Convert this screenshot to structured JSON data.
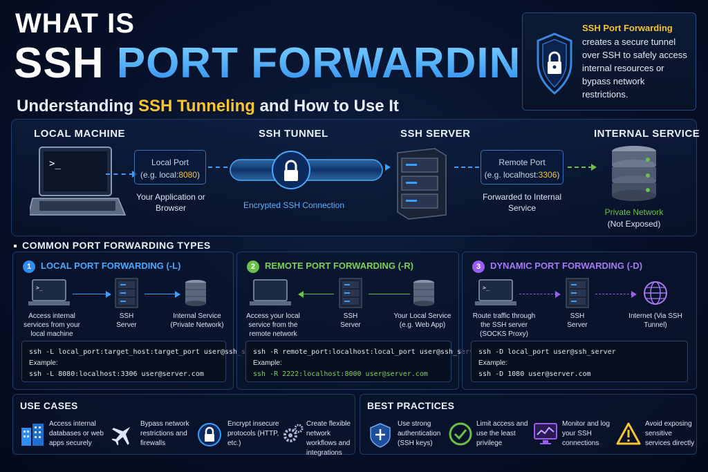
{
  "header": {
    "line1": "WHAT IS",
    "line2_a": "SSH",
    "line2_b": "PORT FORWARDING?",
    "subtitle_a": "Understanding",
    "subtitle_b": "SSH Tunneling",
    "subtitle_c": "and How to Use It"
  },
  "infobox": {
    "title": "SSH Port Forwarding",
    "text": "creates a secure tunnel over SSH to safely access internal resources or bypass network restrictions."
  },
  "flow": {
    "local_machine": "LOCAL MACHINE",
    "local_port_title": "Local Port",
    "local_port_example_a": "(e.g. local:",
    "local_port_example_b": "8080",
    "local_port_example_c": ")",
    "local_caption": "Your Application or Browser",
    "ssh_tunnel": "SSH TUNNEL",
    "tunnel_caption": "Encrypted SSH Connection",
    "ssh_server": "SSH SERVER",
    "remote_port_title": "Remote Port",
    "remote_port_example_a": "(e.g. localhost:",
    "remote_port_example_b": "3306",
    "remote_port_example_c": ")",
    "remote_caption": "Forwarded to Internal Service",
    "internal_service": "INTERNAL SERVICE",
    "private_network": "Private Network",
    "not_exposed": "(Not Exposed)"
  },
  "types": {
    "heading": "COMMON PORT FORWARDING TYPES",
    "items": [
      {
        "num": "1",
        "title": "LOCAL PORT FORWARDING (-L)",
        "color": "#2f8cf0",
        "cap_left": "Access internal services from your local machine",
        "cap_mid": "SSH Server",
        "cap_right": "Internal Service (Private Network)",
        "cmd": "ssh -L local_port:target_host:target_port user@ssh_server",
        "example_label": "Example:",
        "example": "ssh -L 8080:localhost:3306 user@server.com"
      },
      {
        "num": "2",
        "title": "REMOTE PORT FORWARDING (-R)",
        "color": "#6cc04a",
        "cap_left": "Access your local service from the remote network",
        "cap_mid": "SSH Server",
        "cap_right": "Your Local Service (e.g. Web App)",
        "cmd": "ssh -R remote_port:localhost:local_port user@ssh_server",
        "example_label": "Example:",
        "example": "ssh -R 2222:localhost:8000 user@server.com"
      },
      {
        "num": "3",
        "title": "DYNAMIC PORT FORWARDING (-D)",
        "color": "#9b5cf0",
        "cap_left": "Route traffic through the SSH server (SOCKS Proxy)",
        "cap_mid": "SSH Server",
        "cap_right": "Internet (Via SSH Tunnel)",
        "cmd": "ssh -D local_port user@ssh_server",
        "example_label": "Example:",
        "example": "ssh -D 1080 user@server.com"
      }
    ]
  },
  "use_cases": {
    "title": "USE CASES",
    "items": [
      {
        "icon": "buildings-icon",
        "text": "Access internal databases or web apps securely"
      },
      {
        "icon": "airplane-icon",
        "text": "Bypass network restrictions and firewalls"
      },
      {
        "icon": "lock-icon",
        "text": "Encrypt insecure protocols (HTTP, etc.)"
      },
      {
        "icon": "gears-icon",
        "text": "Create flexible network workflows and integrations"
      }
    ]
  },
  "best_practices": {
    "title": "BEST PRACTICES",
    "items": [
      {
        "icon": "shield-key-icon",
        "text": "Use strong authentication (SSH keys)"
      },
      {
        "icon": "check-icon",
        "text": "Limit access and use the least privilege"
      },
      {
        "icon": "monitor-icon",
        "text": "Monitor and log your SSH connections"
      },
      {
        "icon": "warning-icon",
        "text": "Avoid exposing sensitive services directly"
      }
    ]
  }
}
